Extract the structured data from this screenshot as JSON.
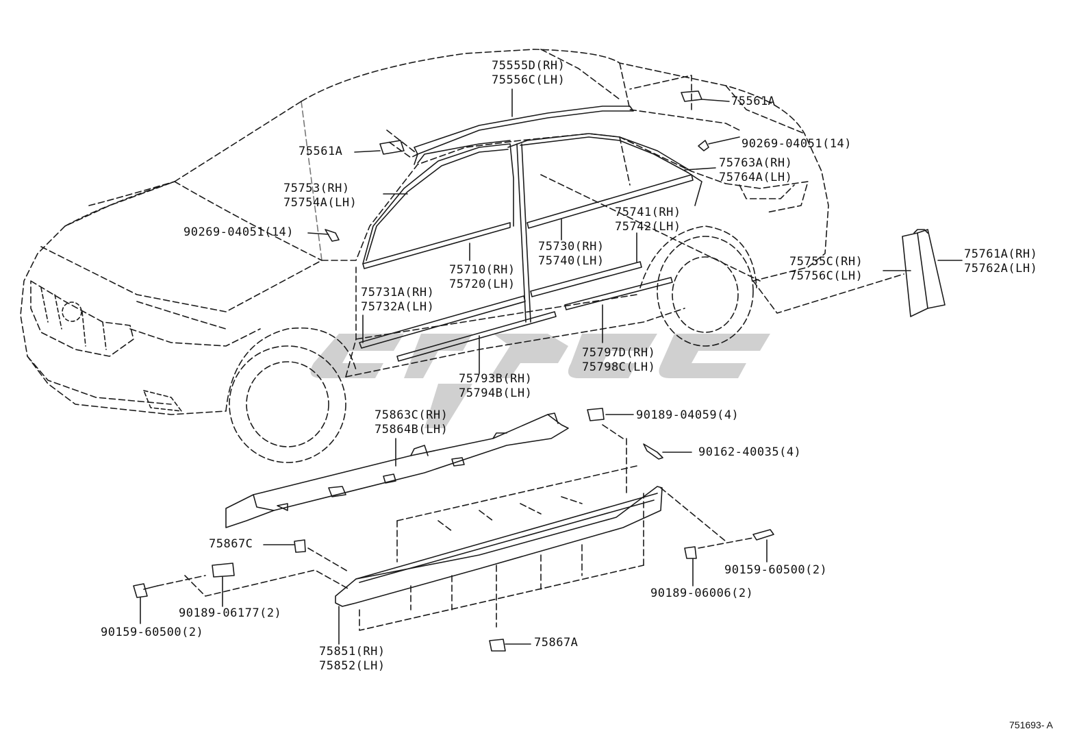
{
  "labels": {
    "p75555D": "75555D(RH)",
    "p75556C": "75556C(LH)",
    "p75561A_top": "75561A",
    "p75561A_left": "75561A",
    "p90269_right": "90269-04051(14)",
    "p75763A": "75763A(RH)",
    "p75764A": "75764A(LH)",
    "p75753": "75753(RH)",
    "p75754A": "75754A(LH)",
    "p90269_left": "90269-04051(14)",
    "p75741": "75741(RH)",
    "p75742": "75742(LH)",
    "p75730": "75730(RH)",
    "p75740": "75740(LH)",
    "p75710": "75710(RH)",
    "p75720": "75720(LH)",
    "p75761A": "75761A(RH)",
    "p75762A": "75762A(LH)",
    "p75755C": "75755C(RH)",
    "p75756C": "75756C(LH)",
    "p75731A": "75731A(RH)",
    "p75732A": "75732A(LH)",
    "p75797D": "75797D(RH)",
    "p75798C": "75798C(LH)",
    "p75793B": "75793B(RH)",
    "p75794B": "75794B(LH)",
    "p75863C": "75863C(RH)",
    "p75864B": "75864B(LH)",
    "p90189_04059": "90189-04059(4)",
    "p90162": "90162-40035(4)",
    "p75867C": "75867C",
    "p90159_right": "90159-60500(2)",
    "p90189_06006": "90189-06006(2)",
    "p90189_06177": "90189-06177(2)",
    "p90159_left": "90159-60500(2)",
    "p75851": "75851(RH)",
    "p75852": "75852(LH)",
    "p75867A": "75867A"
  },
  "diagram_ref": "751693- A",
  "colors": {
    "line": "#1a1a1a",
    "watermark": "#c8c8c8"
  }
}
